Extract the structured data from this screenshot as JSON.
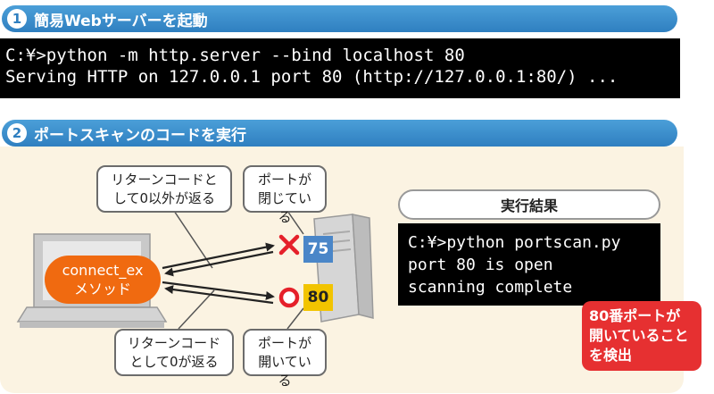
{
  "step1": {
    "number": "1",
    "title": "簡易Webサーバーを起動",
    "terminal_lines": [
      "C:¥>python -m http.server --bind localhost 80",
      "Serving HTTP on 127.0.0.1 port 80 (http://127.0.0.1:80/) ..."
    ]
  },
  "step2": {
    "number": "2",
    "title": "ポートスキャンのコードを実行",
    "method_label_line1": "connect_ex",
    "method_label_line2": "メソッド",
    "bubble_return_nonzero_line1": "リターンコードと",
    "bubble_return_nonzero_line2": "して0以外が返る",
    "bubble_port_closed_line1": "ポートが",
    "bubble_port_closed_line2": "閉じている",
    "bubble_return_zero_line1": "リターンコード",
    "bubble_return_zero_line2": "として0が返る",
    "bubble_port_open_line1": "ポートが",
    "bubble_port_open_line2": "開いている",
    "port_closed_number": "75",
    "port_open_number": "80",
    "result_title": "実行結果",
    "result_lines": [
      "C:¥>python portscan.py",
      "port 80 is open",
      "scanning complete"
    ],
    "callout_lines": [
      "80番ポートが",
      "開いていること",
      "を検出"
    ]
  },
  "colors": {
    "step_bar": "#2f7fc0",
    "panel": "#fbf3e2",
    "method_oval": "#f06a10",
    "port_closed": "#4a86c8",
    "port_open": "#f2c400",
    "mark_red": "#e5202a",
    "callout": "#e63031"
  }
}
